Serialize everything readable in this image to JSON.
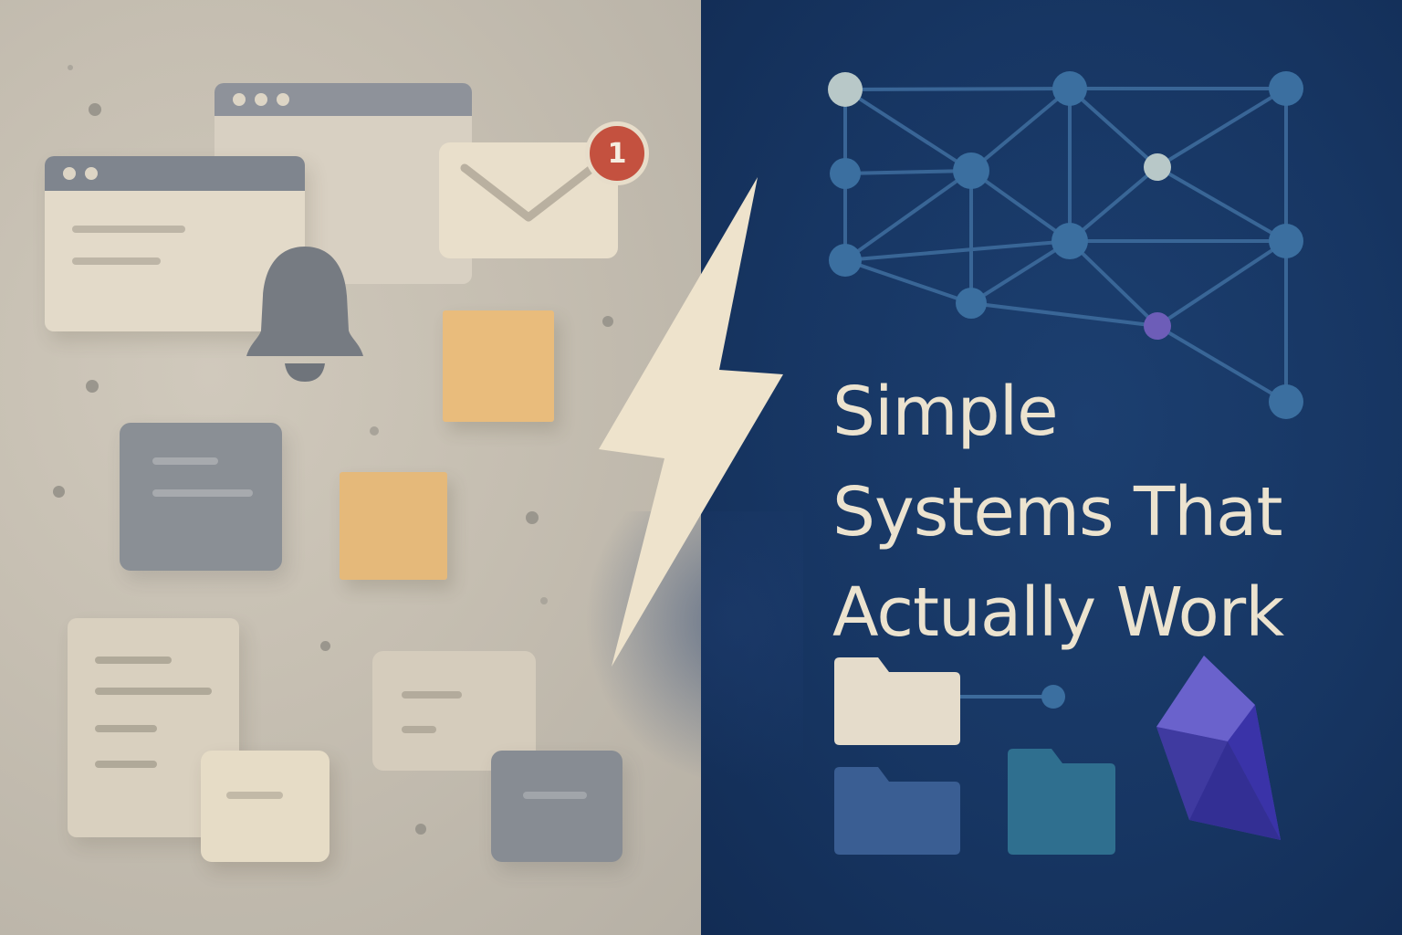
{
  "headline": {
    "line1": "Simple",
    "line2": "Systems That",
    "line3": "Actually Work"
  },
  "mail": {
    "badge_count": "1"
  },
  "icons": {
    "left": [
      "browser-window-icon",
      "browser-window-icon",
      "mail-icon",
      "bell-icon",
      "sticky-note-icon",
      "document-icon",
      "card-icon"
    ],
    "right": [
      "network-graph-icon",
      "folder-icon",
      "crystal-icon",
      "lightning-bolt-icon"
    ]
  },
  "colors": {
    "left_background": "#c5beb1",
    "right_background": "#173663",
    "headline_text": "#ece3cf",
    "badge": "#c4513f",
    "sticky_note": "#e9bc7c",
    "lightning_bolt": "#eee3cc",
    "network_node": "#3b6fa0",
    "network_node_light": "#b8c8c8",
    "network_node_accent": "#6d5db8",
    "crystal": "#4a44b0",
    "folder_cream": "#e5dccb",
    "folder_blue": "#3a5e93",
    "folder_teal": "#2f6f8f"
  }
}
